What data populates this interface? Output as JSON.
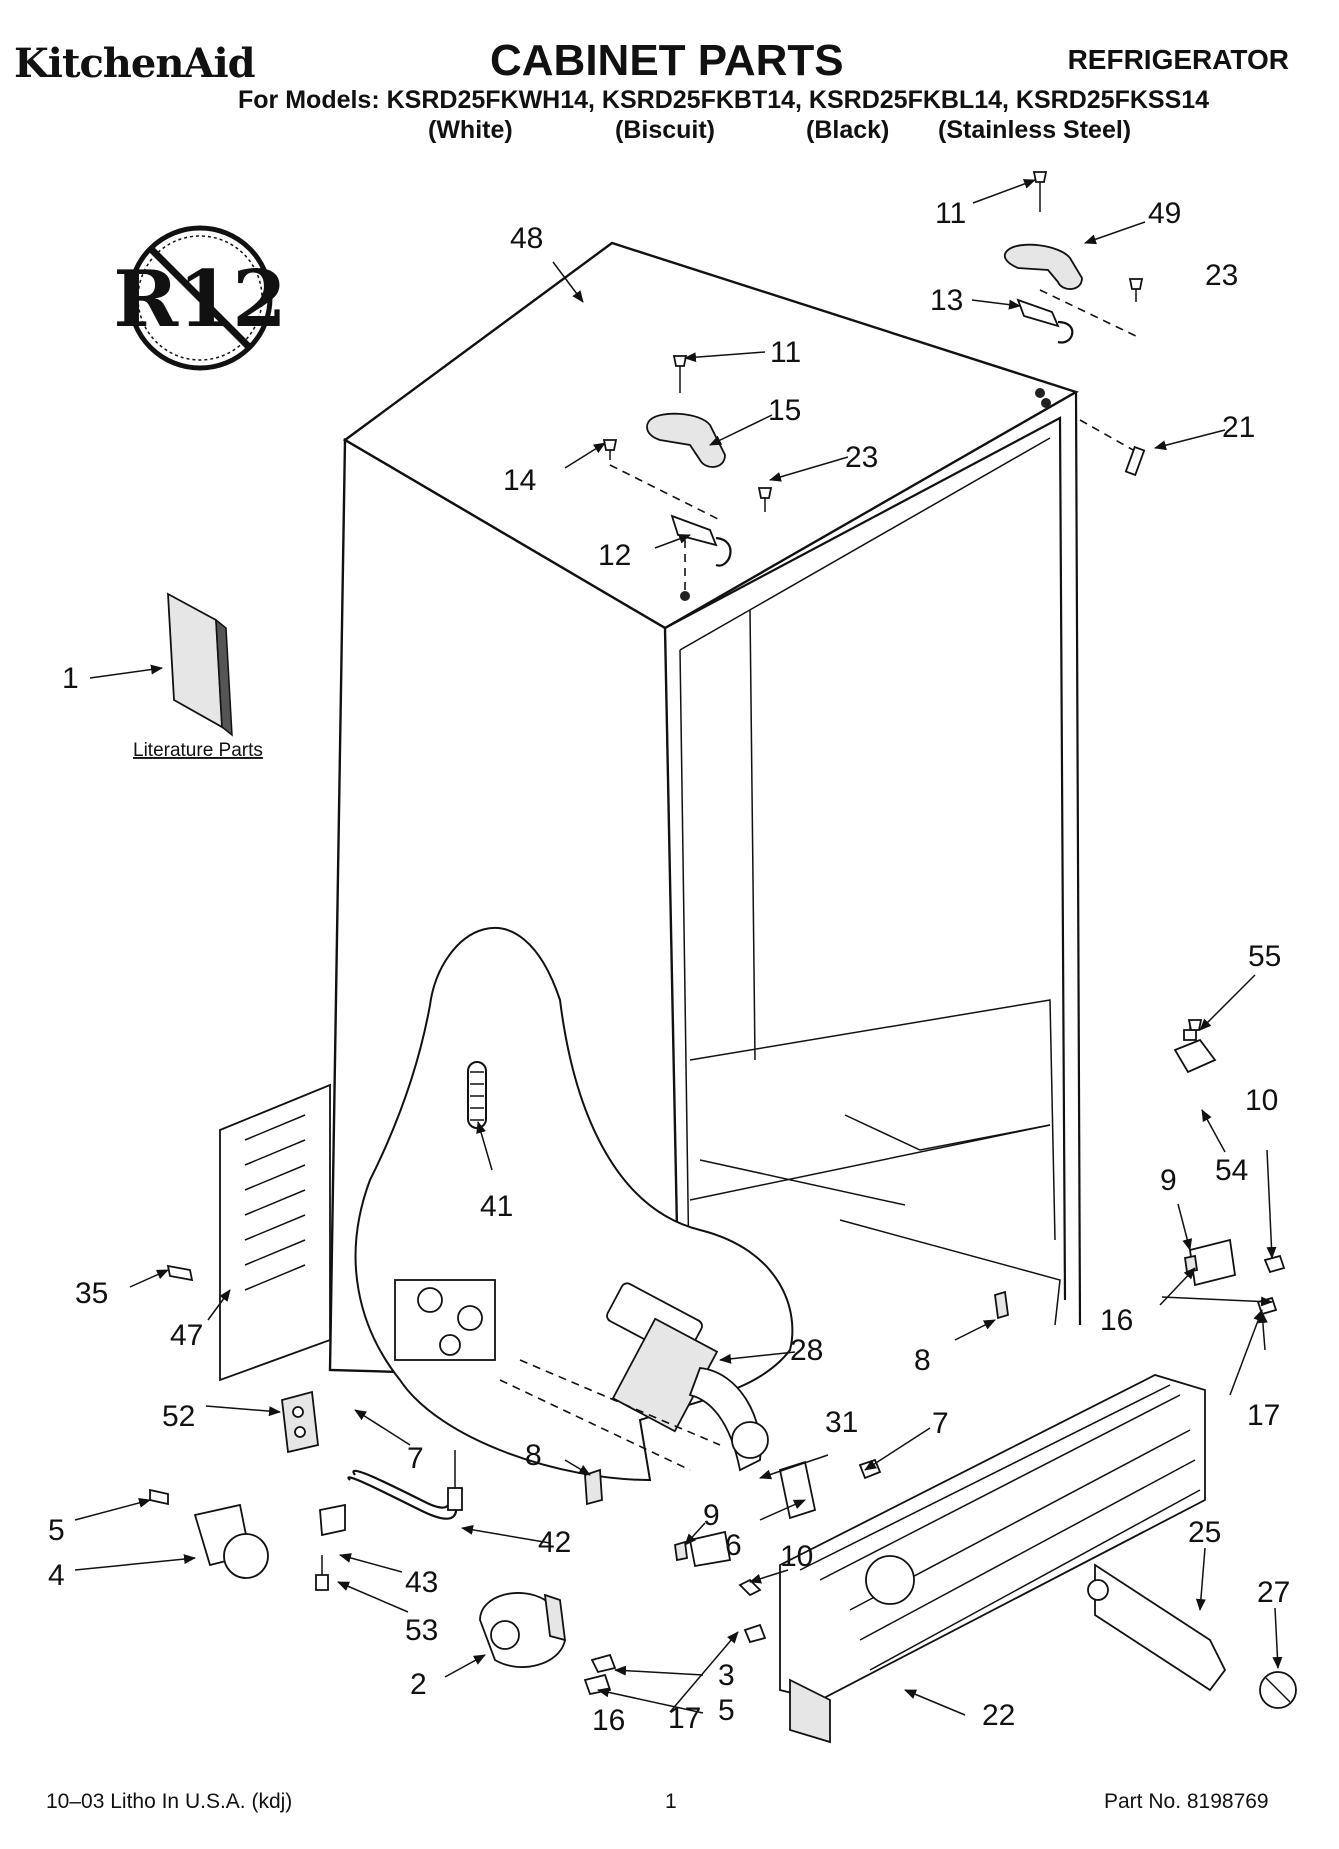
{
  "header": {
    "brand": "KitchenAid",
    "title": "CABINET PARTS",
    "category": "REFRIGERATOR",
    "models_line": "For Models: KSRD25FKWH14, KSRD25FKBT14, KSRD25FKBL14, KSRD25FKSS14",
    "colors": [
      "(White)",
      "(Biscuit)",
      "(Black)",
      "(Stainless Steel)"
    ]
  },
  "badge": {
    "text": "R12"
  },
  "literature_label": "Literature Parts",
  "callouts": [
    "1",
    "2",
    "3",
    "4",
    "5",
    "5",
    "6",
    "7",
    "7",
    "8",
    "8",
    "9",
    "9",
    "10",
    "10",
    "11",
    "11",
    "12",
    "13",
    "14",
    "15",
    "16",
    "16",
    "17",
    "17",
    "21",
    "22",
    "23",
    "23",
    "25",
    "27",
    "28",
    "31",
    "35",
    "41",
    "42",
    "43",
    "47",
    "48",
    "49",
    "52",
    "53",
    "54",
    "55"
  ],
  "footer": {
    "left": "10–03 Litho In U.S.A. (kdj)",
    "page": "1",
    "part_no": "Part No. 8198769"
  }
}
